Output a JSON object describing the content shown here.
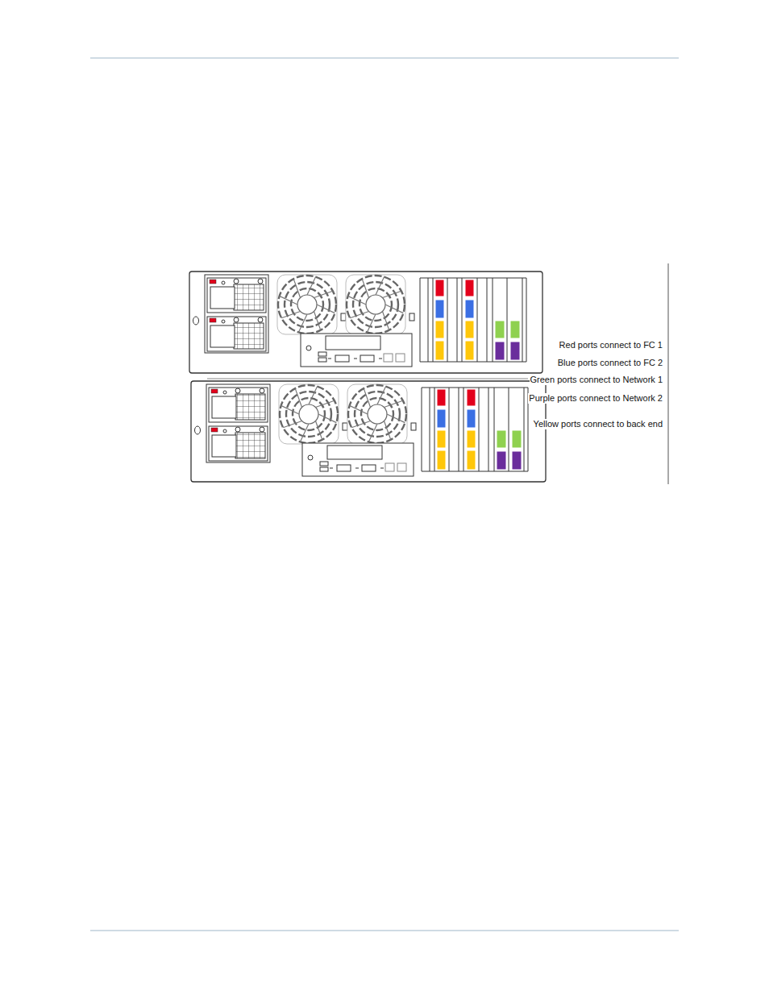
{
  "diagram": {
    "legend": [
      {
        "text": "Red ports connect to FC 1",
        "color": "#e3001b"
      },
      {
        "text": "Blue ports connect to FC 2",
        "color": "#3b6fe3"
      },
      {
        "text": "Green ports connect to Network 1",
        "color": "#8fd14f"
      },
      {
        "text": "Purple ports connect to Network 2",
        "color": "#6a2d9c"
      },
      {
        "text": "Yellow ports connect to back end",
        "color": "#ffc709"
      }
    ]
  }
}
